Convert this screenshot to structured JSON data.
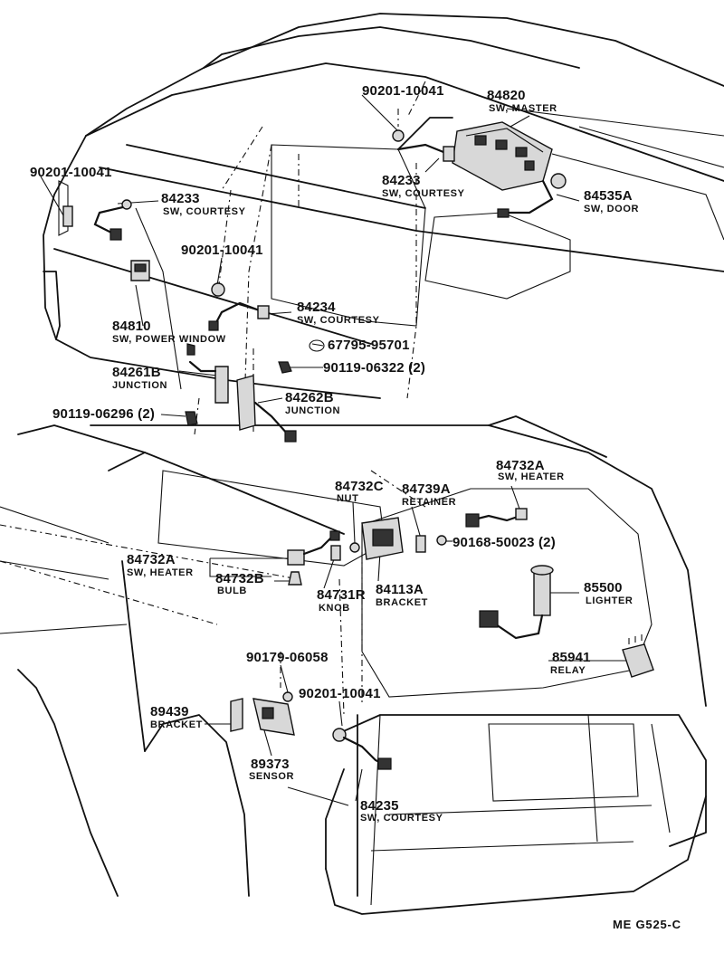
{
  "labels": {
    "p90201_10041_top": "90201-10041",
    "p84820": "84820",
    "p84820_name": "SW, MASTER",
    "p90201_10041_left": "90201-10041",
    "p84233_left": "84233",
    "p84233_left_name": "SW, COURTESY",
    "p84233_right": "84233",
    "p84233_right_name": "SW, COURTESY",
    "p84535A": "84535A",
    "p84535A_name": "SW, DOOR",
    "p90201_10041_mid": "90201-10041",
    "p84234": "84234",
    "p84234_name": "SW, COURTESY",
    "p84810": "84810",
    "p84810_name": "SW, POWER WINDOW",
    "p67795_95701": "67795-95701",
    "p90119_06322": "90119-06322 (2)",
    "p84261B": "84261B",
    "p84261B_name": "JUNCTION",
    "p84262B": "84262B",
    "p84262B_name": "JUNCTION",
    "p90119_06296": "90119-06296 (2)",
    "p84732C": "84732C",
    "p84732C_name": "NUT",
    "p84739A": "84739A",
    "p84739A_name": "RETAINER",
    "p84732A_right": "84732A",
    "p84732A_right_name": "SW, HEATER",
    "p90168_50023": "90168-50023 (2)",
    "p84732A_left": "84732A",
    "p84732A_left_name": "SW, HEATER",
    "p84732B": "84732B",
    "p84732B_name": "BULB",
    "p84731R": "84731R",
    "p84731R_name": "KNOB",
    "p84113A": "84113A",
    "p84113A_name": "BRACKET",
    "p85500": "85500",
    "p85500_name": "LIGHTER",
    "p85941": "85941",
    "p85941_name": "RELAY",
    "p90179_06058": "90179-06058",
    "p90201_10041_bottom": "90201-10041",
    "p89439": "89439",
    "p89439_name": "BRACKET",
    "p89373": "89373",
    "p89373_name": "SENSOR",
    "p84235": "84235",
    "p84235_name": "SW, COURTESY",
    "figure_ref": "ME  G525-C"
  }
}
